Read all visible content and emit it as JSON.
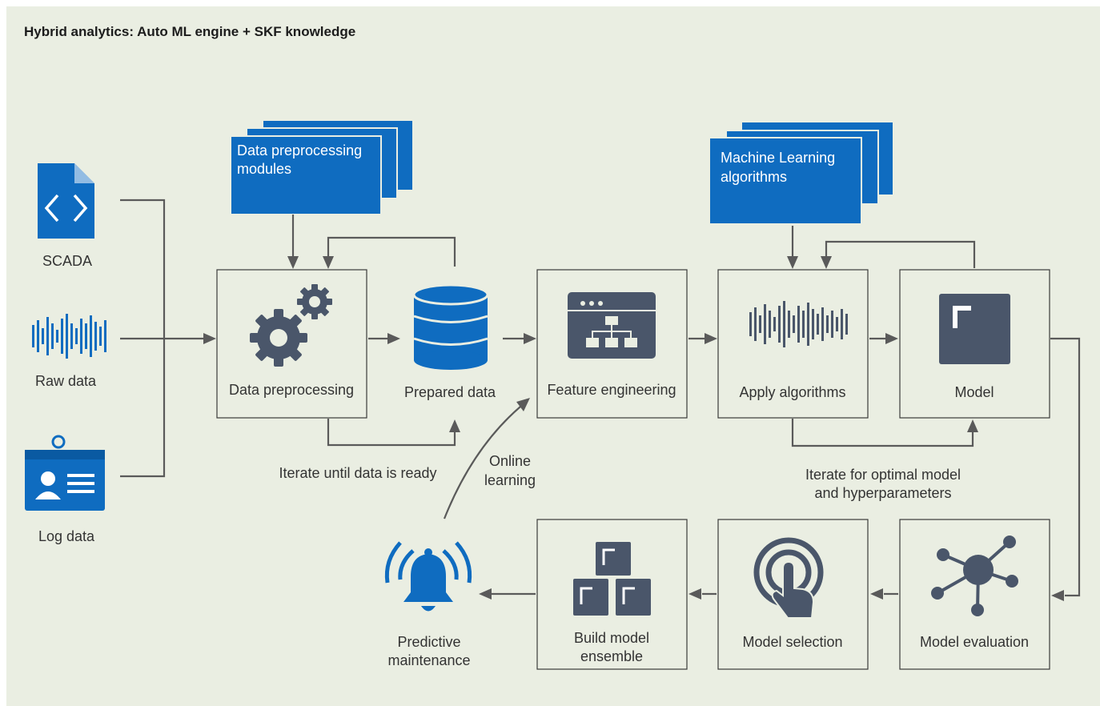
{
  "title": "Hybrid analytics: Auto ML engine + SKF knowledge",
  "colors": {
    "background": "#eaeee2",
    "blue": "#0f6cc0",
    "slate": "#4a566a",
    "connector": "#5a5a5a"
  },
  "sources": {
    "scada": "SCADA",
    "raw": "Raw data",
    "log": "Log data"
  },
  "stacks": {
    "preprocessing_line1": "Data preprocessing",
    "preprocessing_line2": "modules",
    "ml_line1": "Machine Learning",
    "ml_line2": "algorithms"
  },
  "steps": {
    "data_preprocessing": "Data preprocessing",
    "prepared_data": "Prepared data",
    "feature_engineering": "Feature engineering",
    "apply_algorithms": "Apply algorithms",
    "model": "Model",
    "model_evaluation": "Model evaluation",
    "model_selection": "Model selection",
    "ensemble_line1": "Build model",
    "ensemble_line2": "ensemble",
    "predictive_line1": "Predictive",
    "predictive_line2": "maintenance"
  },
  "notes": {
    "iterate_data": "Iterate until data is ready",
    "online_line1": "Online",
    "online_line2": "learning",
    "iterate_model_line1": "Iterate for optimal model",
    "iterate_model_line2": "and hyperparameters"
  },
  "icons": {
    "scada": "code-file-icon",
    "raw": "waveform-icon",
    "log": "id-badge-icon",
    "preprocessing": "gears-icon",
    "prepared": "database-icon",
    "feature": "hierarchy-window-icon",
    "apply": "waveform-icon",
    "model": "model-block-icon",
    "evaluation": "network-icon",
    "selection": "touch-icon",
    "ensemble": "stacked-blocks-icon",
    "predictive": "bell-alert-icon"
  }
}
